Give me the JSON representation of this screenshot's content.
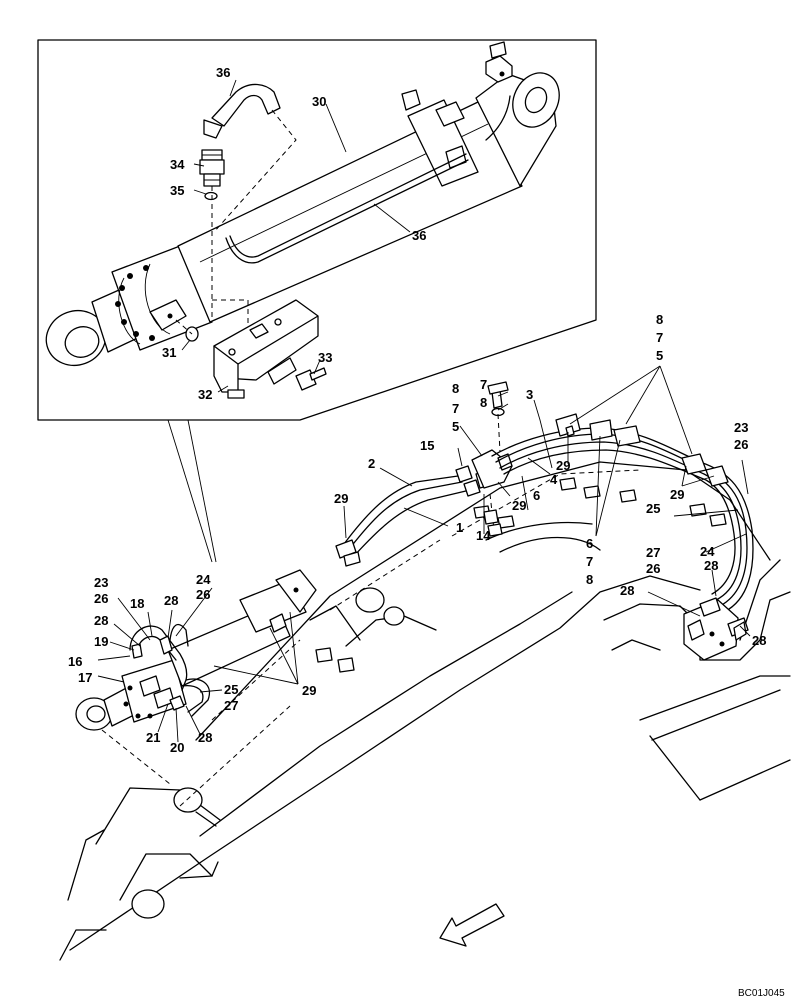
{
  "drawing_code": "BC01J045",
  "callouts": {
    "c1": "1",
    "c2": "2",
    "c3": "3",
    "c4": "4",
    "c5a": "5",
    "c5b": "5",
    "c6a": "6",
    "c6b": "6",
    "c7a": "7",
    "c7b": "7",
    "c7c": "7",
    "c7d": "7",
    "c8a": "8",
    "c8b": "8",
    "c8c": "8",
    "c8d": "8",
    "c14": "14",
    "c15": "15",
    "c16": "16",
    "c17": "17",
    "c18": "18",
    "c19": "19",
    "c20": "20",
    "c21": "21",
    "c23a": "23",
    "c23b": "23",
    "c24a": "24",
    "c24b": "24",
    "c25a": "25",
    "c25b": "25",
    "c26a": "26",
    "c26b": "26",
    "c26c": "26",
    "c26d": "26",
    "c27a": "27",
    "c27b": "27",
    "c28a": "28",
    "c28b": "28",
    "c28c": "28",
    "c28d": "28",
    "c28e": "28",
    "c28f": "28",
    "c29a": "29",
    "c29b": "29",
    "c29c": "29",
    "c29d": "29",
    "c29e": "29",
    "c30": "30",
    "c31": "31",
    "c32": "32",
    "c33": "33",
    "c34": "34",
    "c35": "35",
    "c36a": "36",
    "c36b": "36"
  }
}
